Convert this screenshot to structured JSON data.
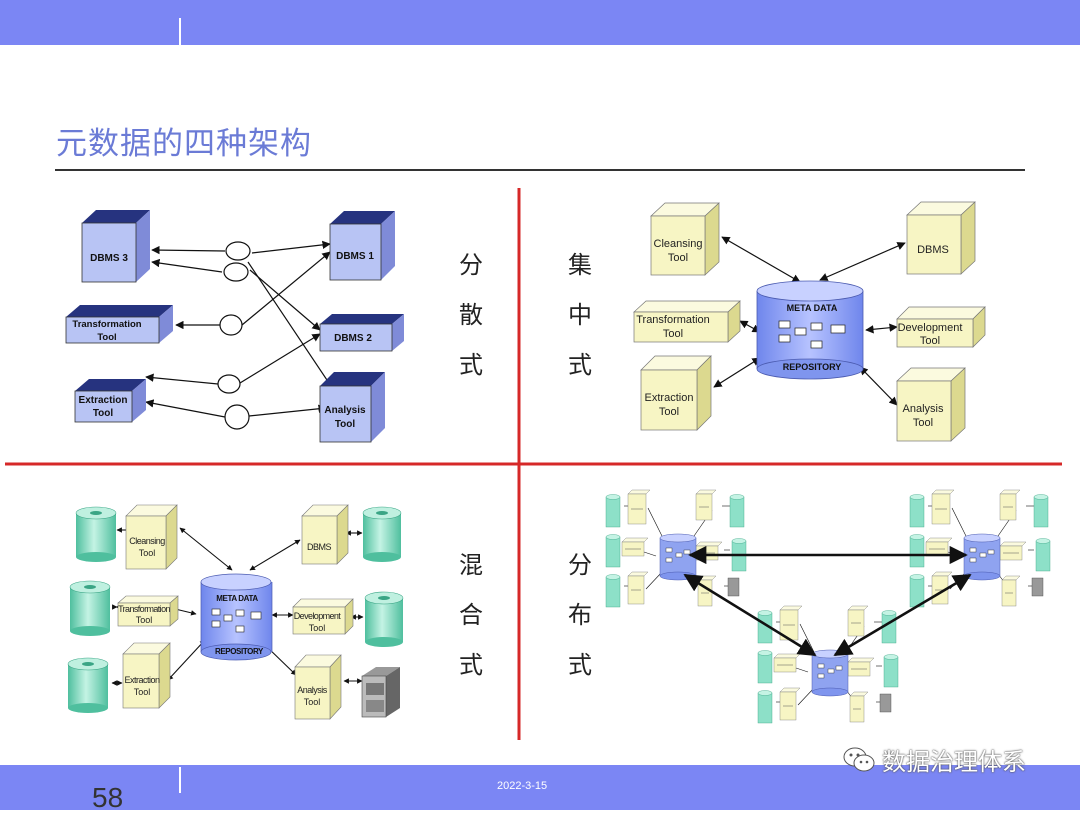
{
  "slide": {
    "title": "元数据的四种架构",
    "page_number": "58",
    "date": "2022-3-15",
    "watermark": "数据治理体系",
    "watermark_icon": "wechat-icon"
  },
  "quadrants": {
    "distributed": {
      "label": [
        "分",
        "散",
        "式"
      ],
      "nodes": {
        "dbms3": "DBMS 3",
        "dbms1": "DBMS 1",
        "dbms2": "DBMS 2",
        "transformation": [
          "Transformation",
          "Tool"
        ],
        "extraction": [
          "Extraction",
          "Tool"
        ],
        "analysis": [
          "Analysis",
          "Tool"
        ]
      }
    },
    "centralized": {
      "label": [
        "集",
        "中",
        "式"
      ],
      "nodes": {
        "cleansing": [
          "Cleansing",
          "Tool"
        ],
        "dbms": "DBMS",
        "transformation": [
          "Transformation",
          "Tool"
        ],
        "development": [
          "Development",
          "Tool"
        ],
        "extraction": [
          "Extraction",
          "Tool"
        ],
        "analysis": [
          "Analysis",
          "Tool"
        ],
        "repo_top": "META DATA",
        "repo_bottom": "REPOSITORY"
      }
    },
    "hybrid": {
      "label": [
        "混",
        "合",
        "式"
      ],
      "nodes": {
        "cleansing": [
          "Cleansing",
          "Tool"
        ],
        "dbms": "DBMS",
        "transformation": [
          "Transformation",
          "Tool"
        ],
        "development": [
          "Development",
          "Tool"
        ],
        "extraction": [
          "Extraction",
          "Tool"
        ],
        "analysis": [
          "Analysis",
          "Tool"
        ],
        "repo_top": "META DATA",
        "repo_bottom": "REPOSITORY"
      }
    },
    "federated": {
      "label": [
        "分",
        "布",
        "式"
      ]
    }
  },
  "colors": {
    "band": "#7b86f4",
    "title": "#6b7bd6",
    "divider": "#d62828",
    "dbms_cube": "#b8c4f4",
    "tool_cube": "#f7f5c4",
    "repository": "#8fa3f0",
    "disk": "#8de0c8"
  }
}
